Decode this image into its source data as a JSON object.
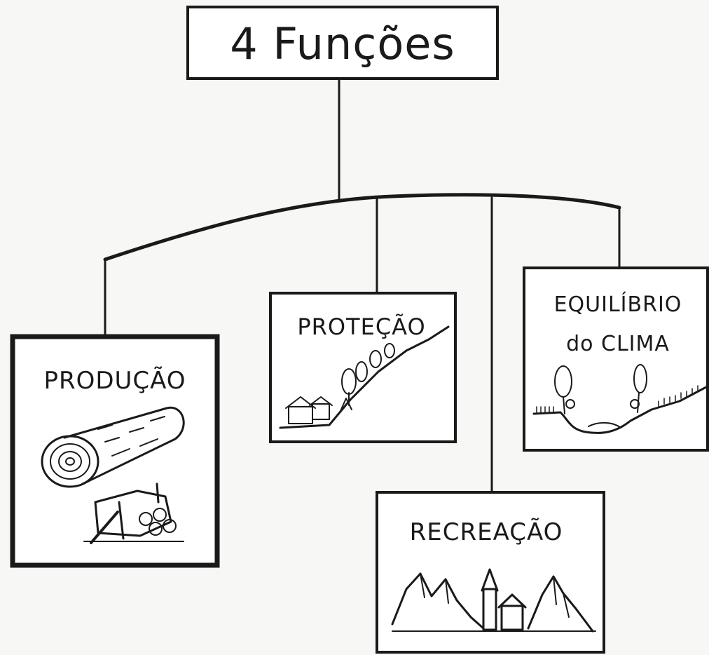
{
  "root": {
    "title": "4 Funções"
  },
  "functions": [
    {
      "label": "PRODUÇÃO",
      "illustration": "log-icon"
    },
    {
      "label": "PROTEÇÃO",
      "illustration": "hillside-icon"
    },
    {
      "label": "EQUILÍBRIO",
      "label_line2": "do CLIMA",
      "illustration": "valley-icon"
    },
    {
      "label": "RECREAÇÃO",
      "illustration": "mountain-village-icon"
    }
  ],
  "colors": {
    "ink": "#1a1a1a",
    "paper": "#f7f7f5",
    "box": "#ffffff"
  }
}
